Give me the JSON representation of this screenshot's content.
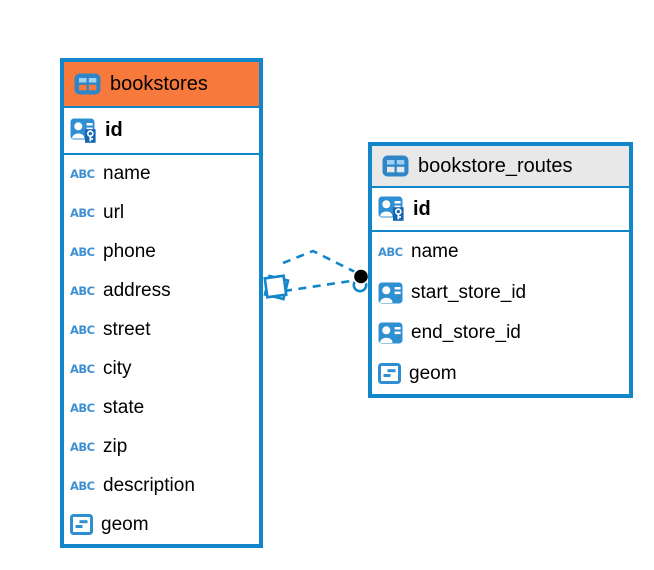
{
  "diagram": {
    "type": "entity-relationship",
    "tables": [
      {
        "name": "bookstores",
        "header_color": "#F8793C",
        "columns": [
          {
            "name": "id",
            "icon": "primary-key",
            "primary_key": true
          },
          {
            "name": "name",
            "icon": "text"
          },
          {
            "name": "url",
            "icon": "text"
          },
          {
            "name": "phone",
            "icon": "text"
          },
          {
            "name": "address",
            "icon": "text"
          },
          {
            "name": "street",
            "icon": "text"
          },
          {
            "name": "city",
            "icon": "text"
          },
          {
            "name": "state",
            "icon": "text"
          },
          {
            "name": "zip",
            "icon": "text"
          },
          {
            "name": "description",
            "icon": "text"
          },
          {
            "name": "geom",
            "icon": "object"
          }
        ]
      },
      {
        "name": "bookstore_routes",
        "header_color": "#E8E8E8",
        "columns": [
          {
            "name": "id",
            "icon": "primary-key",
            "primary_key": true
          },
          {
            "name": "name",
            "icon": "text"
          },
          {
            "name": "start_store_id",
            "icon": "reference"
          },
          {
            "name": "end_store_id",
            "icon": "reference"
          },
          {
            "name": "geom",
            "icon": "object"
          }
        ]
      }
    ],
    "relationships": [
      {
        "from": "bookstore_routes.start_store_id",
        "to": "bookstores.id",
        "line_style": "dashed"
      },
      {
        "from": "bookstore_routes.end_store_id",
        "to": "bookstores.id",
        "line_style": "dashed"
      }
    ],
    "colors": {
      "table_border": "#1186C9",
      "bookstores_header": "#F8793C",
      "bookstore_routes_header": "#E8E8E8",
      "icon_blue": "#2E8FD3",
      "icon_cell_light_blue": "#9FD2F0",
      "relationship_line": "#1186C9",
      "relationship_dot": "#000000",
      "text": "#000000"
    }
  },
  "icons": {
    "text_label": "ABC"
  }
}
